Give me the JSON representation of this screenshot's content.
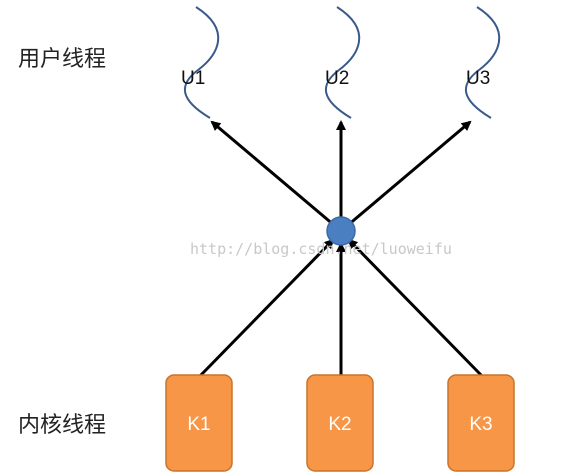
{
  "labels": {
    "user_threads": "用户线程",
    "kernel_threads": "内核线程"
  },
  "user_threads": [
    {
      "label": "U1"
    },
    {
      "label": "U2"
    },
    {
      "label": "U3"
    }
  ],
  "kernel_threads": [
    {
      "label": "K1"
    },
    {
      "label": "K2"
    },
    {
      "label": "K3"
    }
  ],
  "watermark": "http://blog.csdn.net/luoweifu",
  "colors": {
    "user_wave": "#3a5a8c",
    "hub": "#4a7fc1",
    "hub_stroke": "#3a6aa8",
    "kernel_fill": "#f79646",
    "kernel_stroke": "#c9732a",
    "arrow": "#000000"
  }
}
